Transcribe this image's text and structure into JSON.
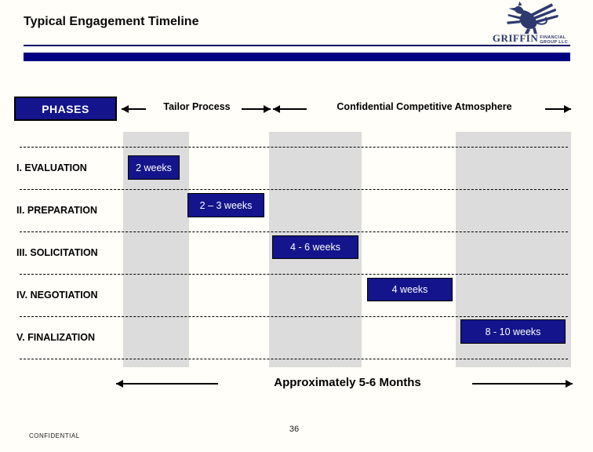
{
  "slide": {
    "title": "Typical Engagement Timeline",
    "footer": "CONFIDENTIAL",
    "page_number": "36"
  },
  "logo": {
    "wordmark": "GRIFFIN",
    "subtext_line1": "FINANCIAL",
    "subtext_line2": "GROUP LLC",
    "icon": "griffin-icon"
  },
  "header": {
    "phases_label": "PHASES",
    "tailor_label": "Tailor Process",
    "atmosphere_label": "Confidential Competitive Atmosphere"
  },
  "timeline": {
    "rows": [
      {
        "label": "I. EVALUATION",
        "duration": "2 weeks"
      },
      {
        "label": "II. PREPARATION",
        "duration": "2 – 3 weeks"
      },
      {
        "label": "III. SOLICITATION",
        "duration": "4 - 6 weeks"
      },
      {
        "label": "IV. NEGOTIATION",
        "duration": "4 weeks"
      },
      {
        "label": "V. FINALIZATION",
        "duration": "8 - 10 weeks"
      }
    ]
  },
  "summary": {
    "label": "Approximately 5-6 Months"
  },
  "colors": {
    "box_navy": "#14148C",
    "bar_navy": "#000080",
    "column_gray": "#DCDCDC",
    "logo_navy": "#2E3A6E"
  }
}
